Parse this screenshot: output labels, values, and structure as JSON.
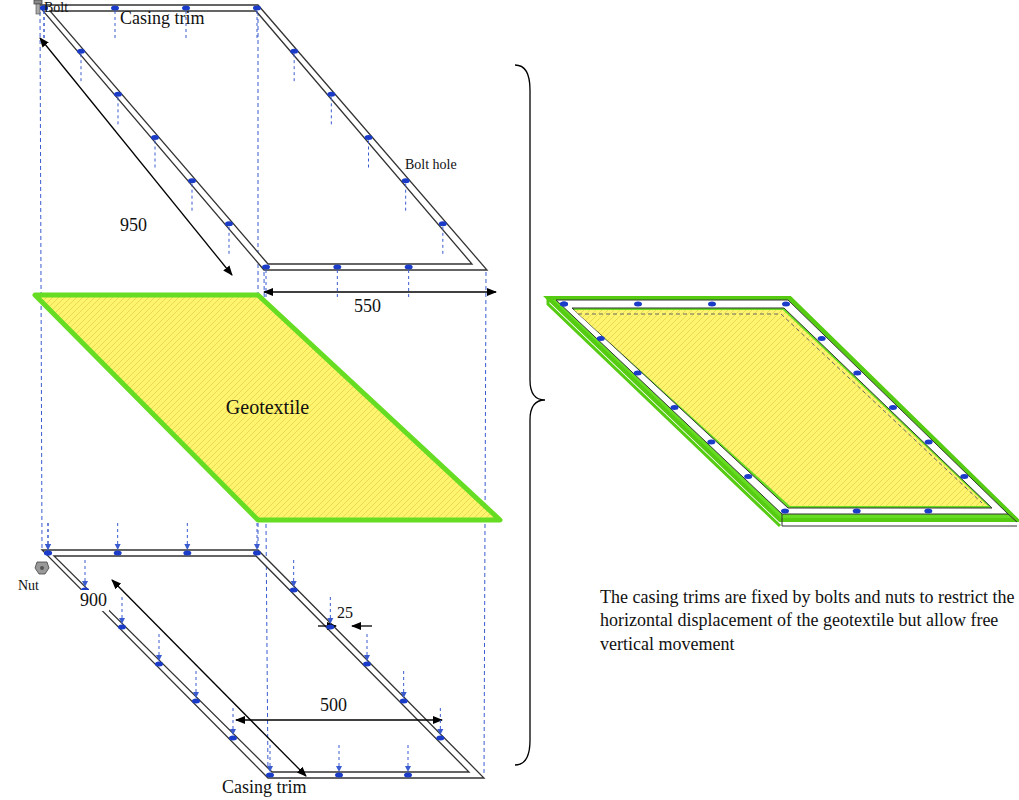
{
  "diagram": {
    "nodes": [
      {
        "text": [
          "Geotextile"
        ]
      }
    ],
    "labels": [
      "Bolt",
      "Casing trim",
      "Bolt hole",
      "950",
      "550",
      "900",
      "25",
      "500",
      "Nut",
      "Casing trim",
      "The casing trims are fixed by bolts and nuts to restrict the horizontal displacement of the geotextile but allow free vertical movement"
    ]
  }
}
